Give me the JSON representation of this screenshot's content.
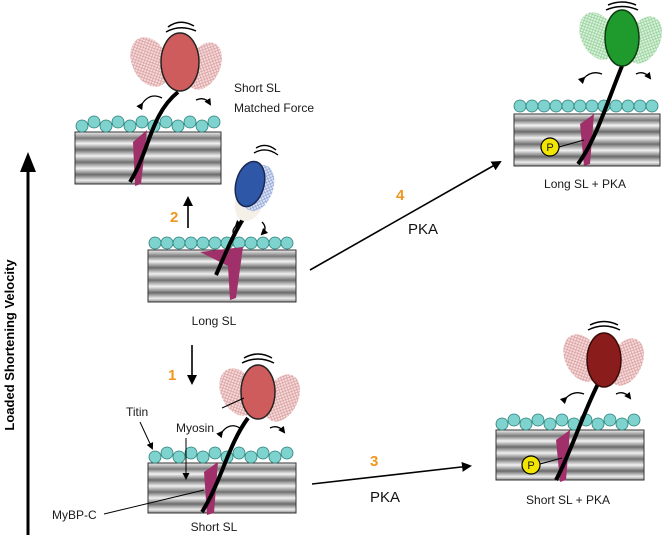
{
  "y_axis_label": "Loaded Shortening Velocity",
  "panels": {
    "short_matched": {
      "label_line1": "Short SL",
      "label_line2": "Matched Force"
    },
    "long": {
      "label": "Long SL"
    },
    "short": {
      "label": "Short SL"
    },
    "long_pka": {
      "label": "Long SL + PKA",
      "phospho": "P"
    },
    "short_pka": {
      "label": "Short SL + PKA",
      "phospho": "P"
    }
  },
  "steps": {
    "s1": "1",
    "s2": "2",
    "s3": "3",
    "s4": "4"
  },
  "arrow_labels": {
    "pka_3": "PKA",
    "pka_4": "PKA"
  },
  "annotations": {
    "titin": "Titin",
    "myosin": "Myosin",
    "mybpc": "MyBP-C"
  },
  "colors": {
    "actin_bead": "#7fd3cf",
    "head_short_matched": "#cf5c5c",
    "head_long": "#2f57a8",
    "head_short": "#cf5c5c",
    "head_long_pka": "#1f9a2c",
    "head_short_pka": "#8a1c1c",
    "mybpc": "#a0306a",
    "phospho": "#f2e600",
    "step_number": "#f0961e"
  }
}
